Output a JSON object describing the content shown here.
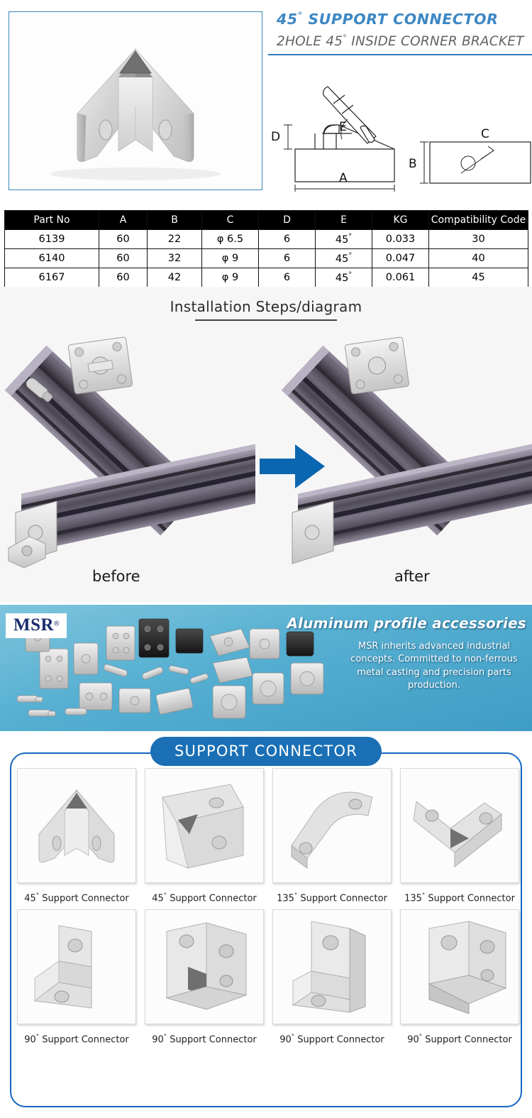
{
  "hero": {
    "title_main": "45° SUPPORT CONNECTOR",
    "title_main_value": "45",
    "title_main_rest": " SUPPORT CONNECTOR",
    "title_sub_pre": "2HOLE 45",
    "title_sub_rest": " INSIDE CORNER BRACKET",
    "product_photo_alt": "45-degree-support-connector-photo",
    "drawing_labels": {
      "a": "A",
      "b": "B",
      "c": "C",
      "d": "D",
      "e": "E"
    }
  },
  "spec_table": {
    "headers": [
      "Part No",
      "A",
      "B",
      "C",
      "D",
      "E",
      "KG",
      "Compatibility Code"
    ],
    "rows": [
      {
        "part_no": "6139",
        "a": "60",
        "b": "22",
        "c": "φ 6.5",
        "d": "6",
        "e": "45",
        "e_unit": "°",
        "kg": "0.033",
        "code": "30"
      },
      {
        "part_no": "6140",
        "a": "60",
        "b": "32",
        "c": "φ 9",
        "d": "6",
        "e": "45",
        "e_unit": "°",
        "kg": "0.047",
        "code": "40"
      },
      {
        "part_no": "6167",
        "a": "60",
        "b": "42",
        "c": "φ 9",
        "d": "6",
        "e": "45",
        "e_unit": "°",
        "kg": "0.061",
        "code": "45"
      }
    ]
  },
  "installation": {
    "title": "Installation Steps/diagram",
    "before_label": "before",
    "after_label": "after",
    "arrow_icon": "right-arrow-icon",
    "arrow_color": "#0b66b0",
    "extrusion_color": "#8b8496",
    "extrusion_dark": "#3b3740"
  },
  "banner": {
    "logo_text": "MSR",
    "logo_mark": "®",
    "headline": "Aluminum profile accessories",
    "copy": "MSR inherits advanced industrial concepts. Committed to non-ferrous metal casting and precision parts production.",
    "background_color": "#4fa8cb"
  },
  "catalog": {
    "pill_label": "SUPPORT CONNECTOR",
    "accent_color": "#1565c0",
    "items": [
      {
        "angle": "45",
        "unit": "°",
        "name": " Support Connector",
        "icon": "bracket-45-v-icon"
      },
      {
        "angle": "45",
        "unit": "°",
        "name": " Support Connector",
        "icon": "bracket-45-angled-icon"
      },
      {
        "angle": "135",
        "unit": "°",
        "name": " Support Connector",
        "icon": "bracket-135-flat-icon"
      },
      {
        "angle": "135",
        "unit": "°",
        "name": " Support Connector",
        "icon": "bracket-135-wide-icon"
      },
      {
        "angle": "90",
        "unit": "°",
        "name": " Support Connector",
        "icon": "bracket-90-small-icon"
      },
      {
        "angle": "90",
        "unit": "°",
        "name": " Support Connector",
        "icon": "bracket-90-double-icon"
      },
      {
        "angle": "90",
        "unit": "°",
        "name": " Support Connector",
        "icon": "bracket-90-tall-icon"
      },
      {
        "angle": "90",
        "unit": "°",
        "name": " Support Connector",
        "icon": "bracket-90-wide-icon"
      }
    ]
  }
}
